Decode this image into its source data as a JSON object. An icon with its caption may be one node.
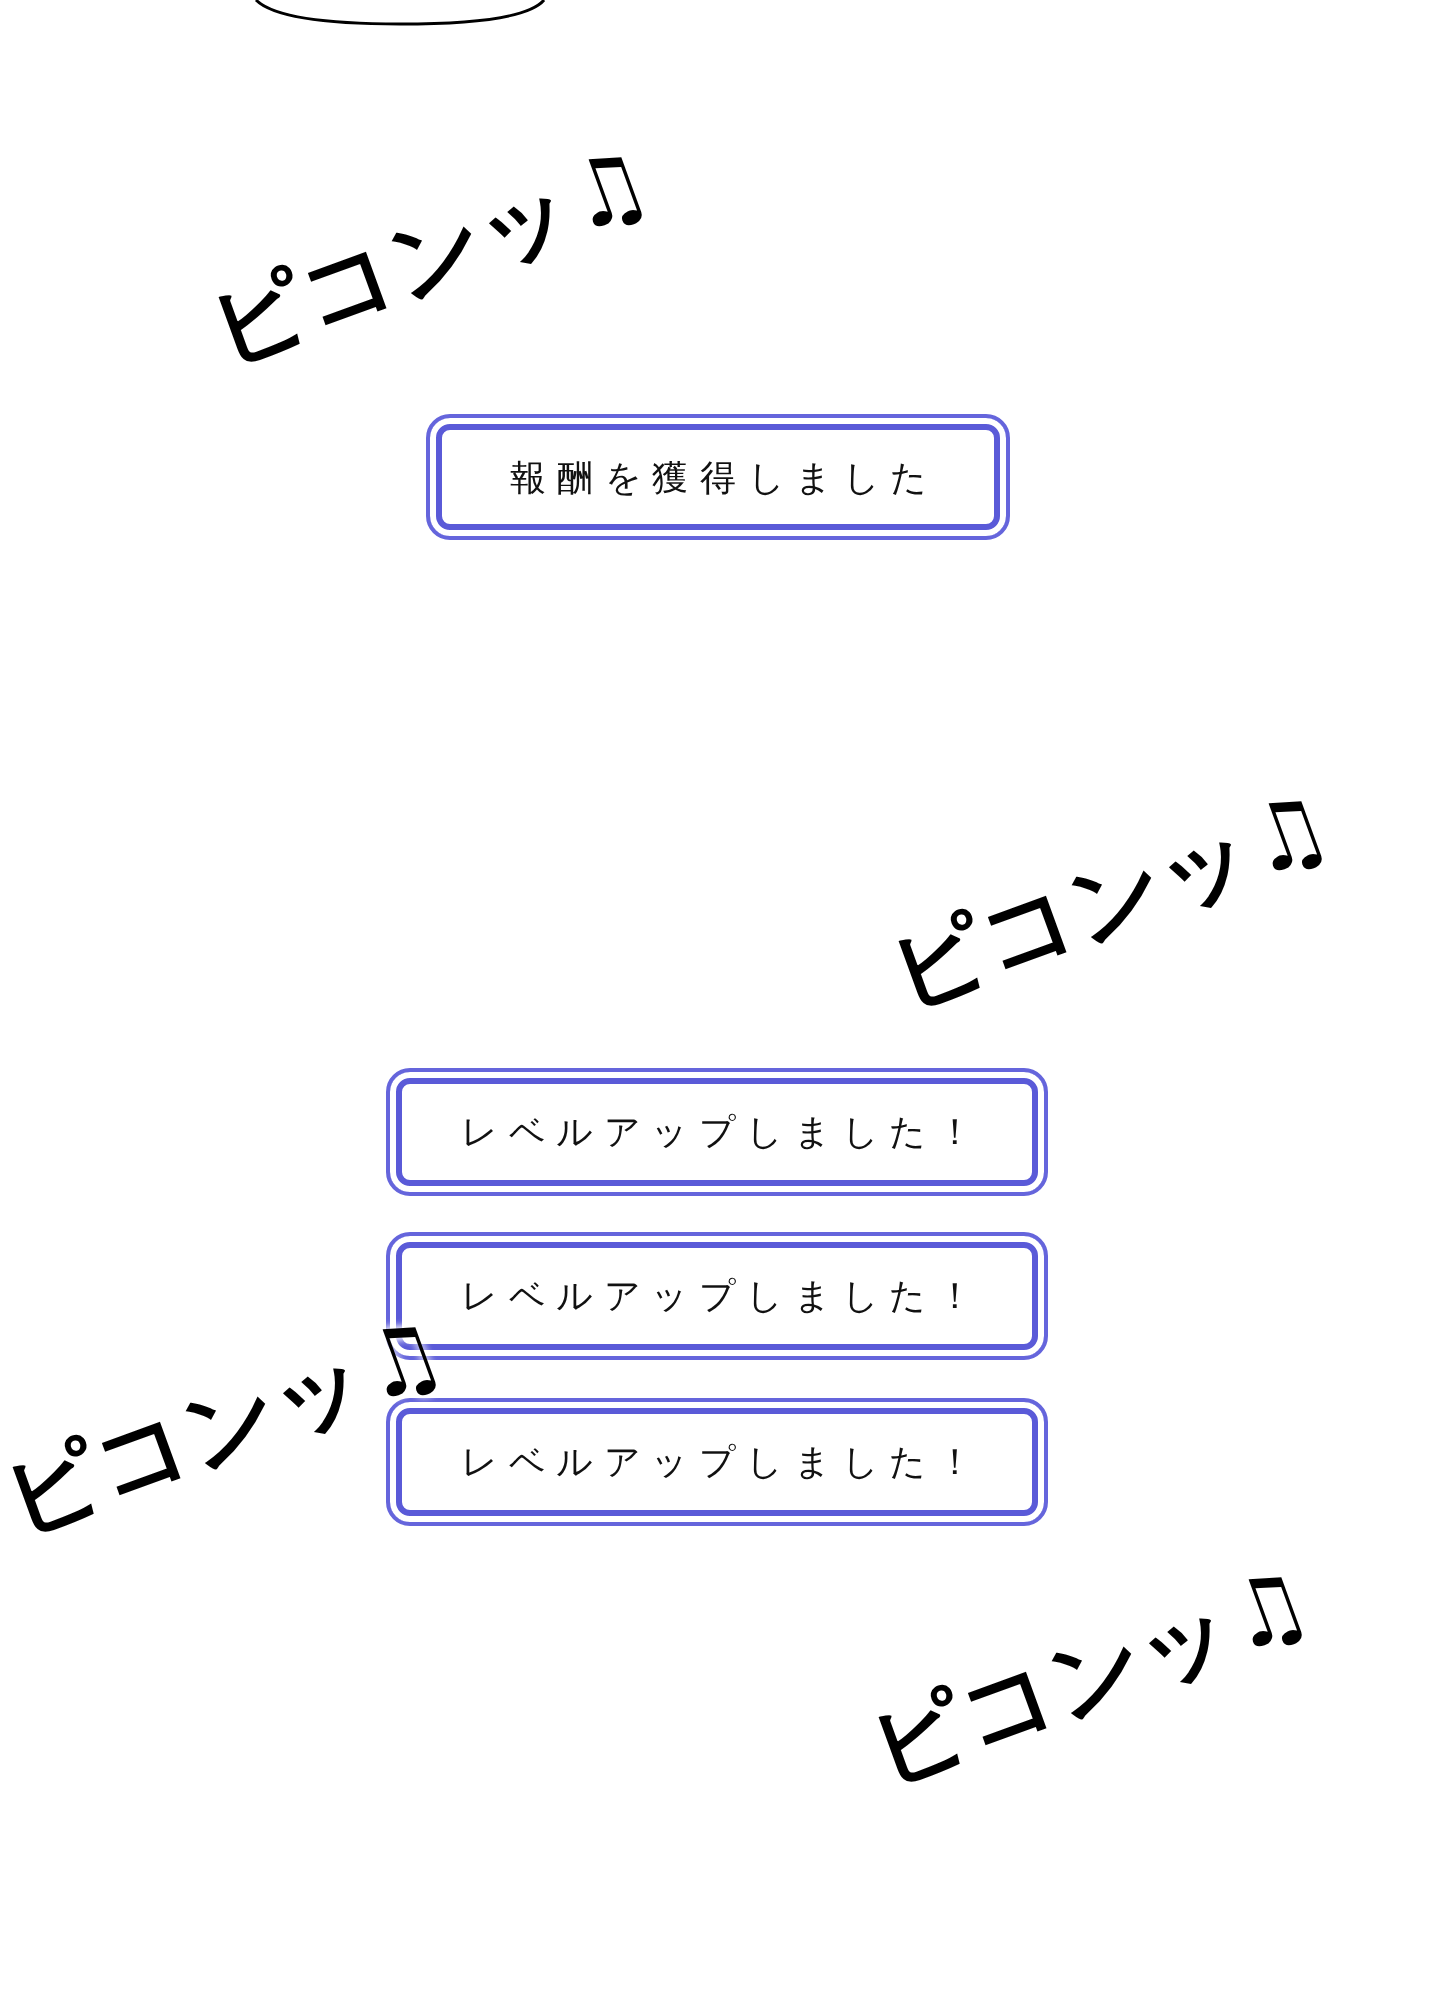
{
  "diagram": {
    "nodes": [
      {
        "text": [
          "報酬を獲得しました"
        ]
      },
      {
        "text": [
          "レベルアップしました！"
        ]
      },
      {
        "text": [
          "レベルアップしました！"
        ]
      },
      {
        "text": [
          "レベルアップしました！"
        ]
      }
    ],
    "labels": [
      "ピコンッ♫",
      "ピコンッ♫",
      "ピコンッ♫",
      "ピコンッ♫"
    ]
  }
}
